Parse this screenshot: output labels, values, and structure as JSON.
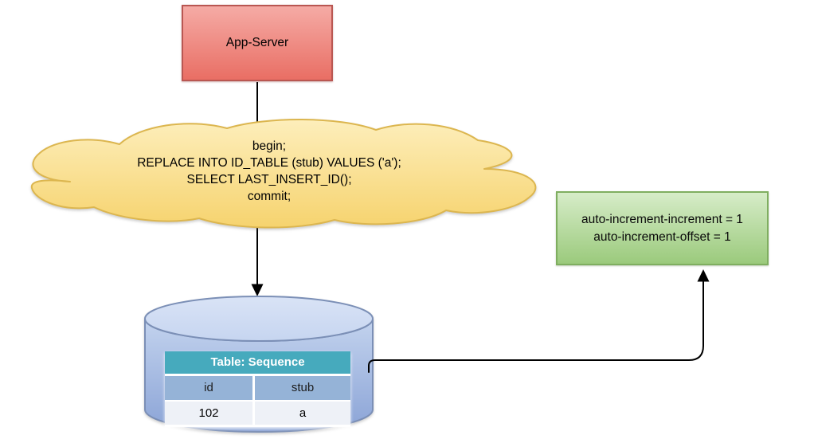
{
  "nodes": {
    "app_server": {
      "label": "App-Server"
    },
    "sql_cloud": {
      "lines": [
        "begin;",
        "REPLACE INTO ID_TABLE (stub) VALUES ('a');",
        "SELECT LAST_INSERT_ID();",
        "commit;"
      ]
    },
    "settings_box": {
      "lines": [
        "auto-increment-increment = 1",
        "auto-increment-offset = 1"
      ]
    },
    "sequence_table": {
      "title": "Table: Sequence",
      "columns": [
        "id",
        "stub"
      ],
      "rows": [
        [
          "102",
          "a"
        ]
      ]
    }
  },
  "colors": {
    "app_server_fill_top": "#f5aba5",
    "app_server_fill_bottom": "#e96e64",
    "app_server_border": "#b95752",
    "cloud_fill_top": "#fdeebb",
    "cloud_fill_bottom": "#f6d36e",
    "cloud_border": "#dcb64f",
    "settings_fill_top": "#d6ecc8",
    "settings_fill_bottom": "#9bca7c",
    "settings_border": "#7fae60",
    "cylinder_fill_top": "#cfdcf4",
    "cylinder_fill_bottom": "#8aa3d6",
    "cylinder_border": "#7b8fb6",
    "table_title_bg": "#46aabd",
    "table_column_header_bg": "#95b3d7",
    "table_data_row_bg": "#eef1f7",
    "arrow_color": "#000000"
  }
}
